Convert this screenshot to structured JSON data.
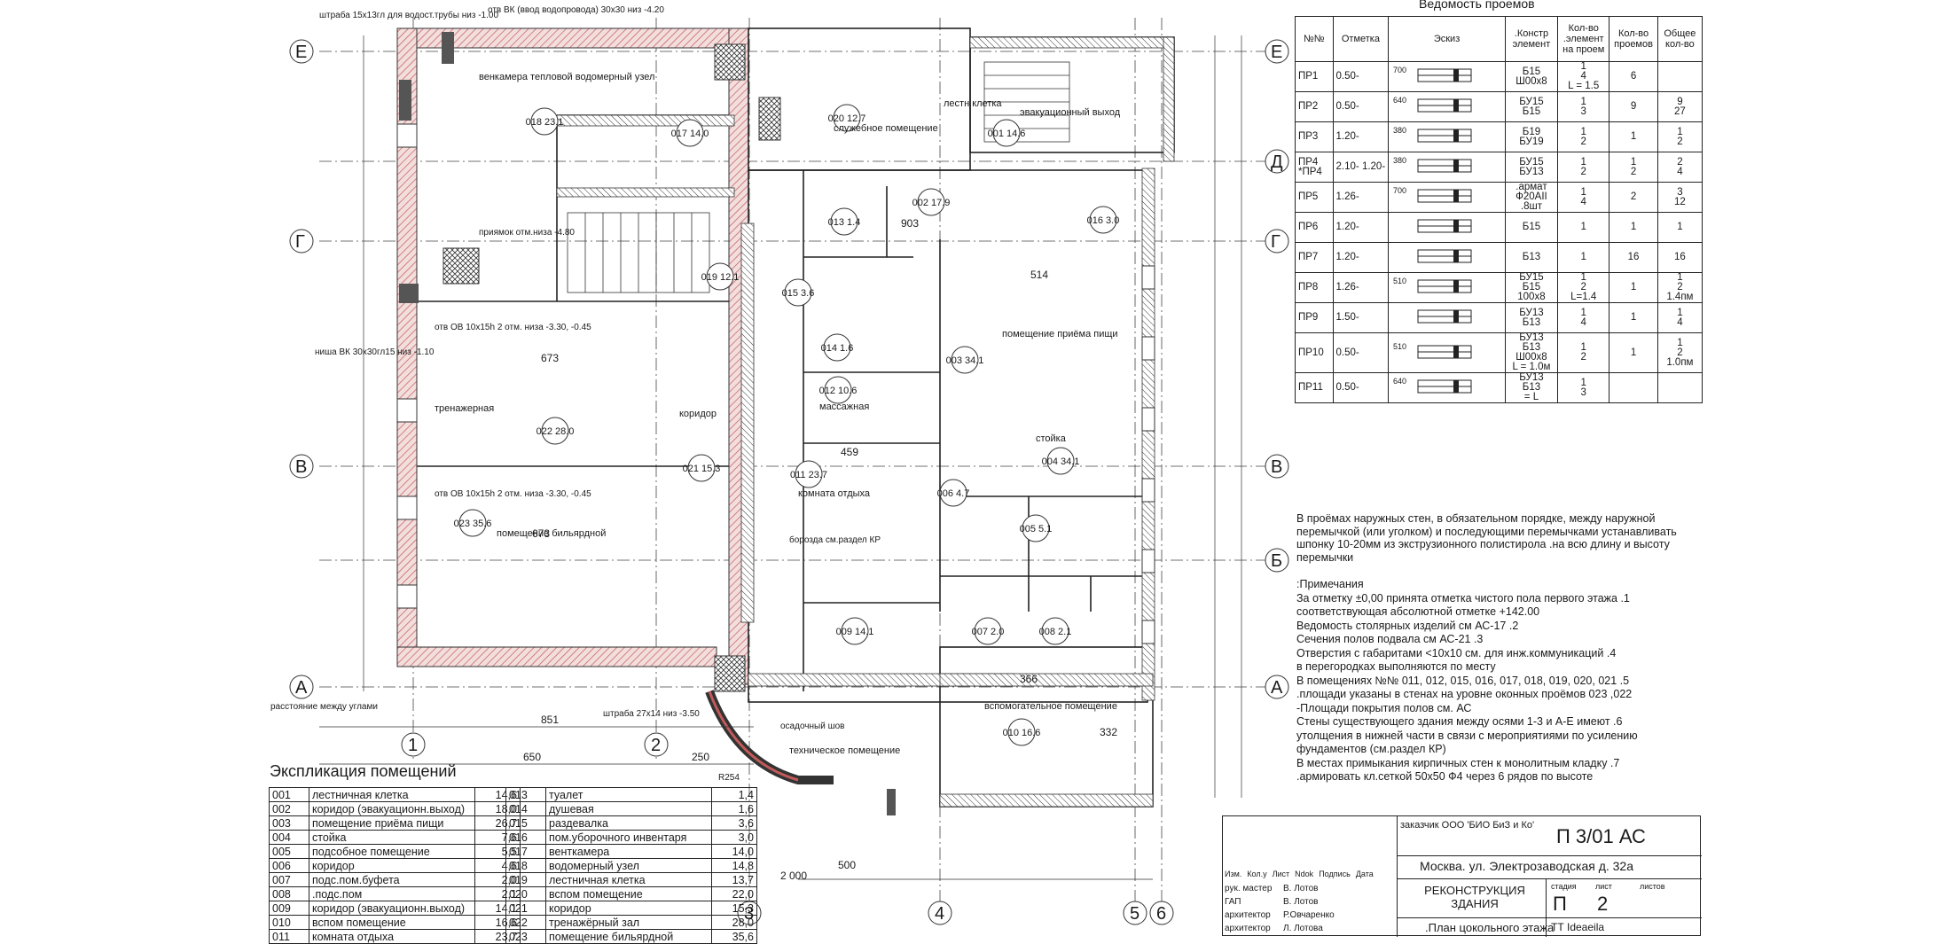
{
  "openings": {
    "title": "Ведомость проемов",
    "headers": [
      "№№",
      "Отметка",
      "Эскиз",
      ".Констр элемент",
      "Кол-во .элемент на проем",
      "Кол-во проемов",
      "Общее кол-во"
    ],
    "rows": [
      {
        "id": "ПР1",
        "mark": "0.50-",
        "sketch": "700",
        "elements": [
          "Б15",
          "Ш00х8"
        ],
        "per": [
          "1",
          "4",
          "L = 1.5"
        ],
        "count": [
          "6"
        ],
        "total": []
      },
      {
        "id": "ПР2",
        "mark": "0.50-",
        "sketch": "640",
        "elements": [
          "БУ15",
          "Б15"
        ],
        "per": [
          "1",
          "3"
        ],
        "count": [
          "9"
        ],
        "total": [
          "9",
          "27"
        ]
      },
      {
        "id": "ПР3",
        "mark": "1.20-",
        "sketch": "380",
        "elements": [
          "Б19",
          "БУ19"
        ],
        "per": [
          "1",
          "2"
        ],
        "count": [
          "1"
        ],
        "total": [
          "1",
          "2"
        ]
      },
      {
        "id": "ПР4 *ПР4",
        "mark": "2.10- 1.20-",
        "sketch": "380",
        "elements": [
          "БУ15",
          "БУ13"
        ],
        "per": [
          "1",
          "2"
        ],
        "count": [
          "1",
          "2"
        ],
        "total": [
          "2",
          "4"
        ]
      },
      {
        "id": "ПР5",
        "mark": "1.26-",
        "sketch": "700",
        "elements": [
          ".армат",
          "Ф20AII",
          ".8шт"
        ],
        "per": [
          "1",
          "4"
        ],
        "count": [
          "2"
        ],
        "total": [
          "3",
          "12"
        ]
      },
      {
        "id": "ПР6",
        "mark": "1.20-",
        "sketch": "",
        "elements": [
          "Б15"
        ],
        "per": [
          "1"
        ],
        "count": [
          "1"
        ],
        "total": [
          "1"
        ]
      },
      {
        "id": "ПР7",
        "mark": "1.20-",
        "sketch": "",
        "elements": [
          "Б13"
        ],
        "per": [
          "1"
        ],
        "count": [
          "16"
        ],
        "total": [
          "16"
        ]
      },
      {
        "id": "ПР8",
        "mark": "1.26-",
        "sketch": "510",
        "elements": [
          "БУ15",
          "Б15",
          "100х8"
        ],
        "per": [
          "1",
          "2",
          "L=1.4"
        ],
        "count": [
          "1"
        ],
        "total": [
          "1",
          "2",
          "1.4пм"
        ]
      },
      {
        "id": "ПР9",
        "mark": "1.50-",
        "sketch": "",
        "elements": [
          "БУ13",
          "Б13"
        ],
        "per": [
          "1",
          "4"
        ],
        "count": [
          "1"
        ],
        "total": [
          "1",
          "4"
        ]
      },
      {
        "id": "ПР10",
        "mark": "0.50-",
        "sketch": "510",
        "elements": [
          "БУ13",
          "Б13",
          "Ш00х8",
          "L = 1.0м"
        ],
        "per": [
          "1",
          "2"
        ],
        "count": [
          "1"
        ],
        "total": [
          "1",
          "2",
          "1.0пм"
        ]
      },
      {
        "id": "ПР11",
        "mark": "0.50-",
        "sketch": "640",
        "elements": [
          "БУ13",
          "Б13",
          "= L"
        ],
        "per": [
          "1",
          "3"
        ],
        "count": [],
        "total": []
      }
    ],
    "note": "В проёмах наружных стен, в обязательном порядке, между наружной перемычкой (или уголком) и последующими перемычками устанавливать шпонку 10-20мм из экструзионного полистирола .на всю длину и высоту перемычки"
  },
  "notes": {
    "title": ":Примечания",
    "items": [
      "За отметку ±0,00 принята отметка чистого пола первого этажа .1",
      "соответствующая абсолютной отметке +142.00",
      "Ведомость столярных изделий см АС-17 .2",
      "Сечения полов подвала см АС-21 .3",
      "Отверстия с габаритами <10х10 см. для инж.коммуникаций .4",
      "в перегородках выполняются по месту",
      "В помещениях №№ 011, 012, 015, 016, 017, 018, 019, 020, 021 .5",
      ".площади указаны в стенах на уровне оконных проёмов 023 ,022",
      "-Площади покрытия полов см. АС",
      "Стены существующего здания между осями 1-3 и А-Е имеют .6",
      "утолщения в нижней части в связи с мероприятиями по усилению",
      "фундаментов (см.раздел КР)",
      "В местах примыкания кирпичных стен к монолитным кладку .7",
      ".армировать кл.сеткой 50х50 Ф4 через 6 рядов по высоте"
    ]
  },
  "rooms": {
    "title": "Экспликация помещений",
    "left": [
      [
        "001",
        "лестничная клетка",
        "14,6"
      ],
      [
        "002",
        "коридор (эвакуационн.выход)",
        "18,0"
      ],
      [
        "003",
        "помещение приёма пищи",
        "26,7"
      ],
      [
        "004",
        "стойка",
        "7,6"
      ],
      [
        "005",
        "подсобное помещение",
        "5,5"
      ],
      [
        "006",
        "коридор",
        "4,6"
      ],
      [
        "007",
        "подс.пом.буфета",
        "2,0"
      ],
      [
        "008",
        ".подс.пом",
        "2,1"
      ],
      [
        "009",
        "коридор (эвакуационн.выход)",
        "14,1"
      ],
      [
        "010",
        "вспом помещение",
        "16,6"
      ],
      [
        "011",
        "комната отдыха",
        "23,7"
      ]
    ],
    "right": [
      [
        "013",
        "туалет",
        "1,4"
      ],
      [
        "014",
        "душевая",
        "1,6"
      ],
      [
        "015",
        "раздевалка",
        "3,6"
      ],
      [
        "016",
        "пом.уборочного инвентаря",
        "3,0"
      ],
      [
        "017",
        "венткамера",
        "14,0"
      ],
      [
        "018",
        "водомерный узел",
        "14,8"
      ],
      [
        "019",
        "лестничная клетка",
        "13,7"
      ],
      [
        "020",
        "вспом помещение",
        "22,0"
      ],
      [
        "021",
        "коридор",
        "15,3"
      ],
      [
        "022",
        "тренажёрный зал",
        "28,0"
      ],
      [
        "023",
        "помещение бильярдной",
        "35,6"
      ]
    ]
  },
  "title_block": {
    "customer": "заказчик ООО 'БИО БиЗ и Ко'",
    "code": "П 3/01 АС",
    "address": "Москва. ул. Электрозаводская д. 32а",
    "project": "РЕКОНСТРУКЦИЯ ЗДАНИЯ",
    "stage_label": "стадия",
    "sheet_label": "лист",
    "sheets_label": "листов",
    "stage": "П",
    "sheet": "2",
    "drawing": ".План цокольного этажа",
    "sign_headers": [
      "Изм.",
      "Кол.у",
      "Лист",
      "Ndok",
      "Подпись",
      "Дата"
    ],
    "people": [
      [
        "рук. мастер",
        "В. Лотов"
      ],
      [
        "ГАП",
        "В. Лотов"
      ],
      [
        "архитектор",
        "Р.Овчаренко"
      ],
      [
        "архитектор",
        "Л. Лотова"
      ]
    ],
    "firm": "ТТ Ideaeila"
  },
  "axes": {
    "rows": [
      "Е",
      "Д",
      "Г",
      "В",
      "Б",
      "А"
    ],
    "cols": [
      "1",
      "2",
      "3",
      "4",
      "5",
      "6"
    ]
  },
  "plan_labels": {
    "r001": "001 14.6",
    "r002": "002 17.9",
    "r003": "003 34.1",
    "r004": "004 34.1",
    "r005": "005 5.1",
    "r006": "006 4.7",
    "r007": "007 2.0",
    "r008": "008 2.1",
    "r009": "009 14.1",
    "r010": "010 16.6",
    "r011": "011 23.7",
    "r012": "012 10.6",
    "r013": "013 1.4",
    "r014": "014 1.6",
    "r015": "015 3.6",
    "r016": "016 3.0",
    "r017": "017 14.0",
    "r018": "018 23.1",
    "r019": "019 12.1",
    "r020": "020 12.7",
    "r021": "021 15.3",
    "r022": "022 28.0",
    "r023": "023 35.6",
    "t_trainer": "тренажерная",
    "t_billiard": "помещение бильярдной",
    "t_corridor": "коридор",
    "t_rest": "комната отдыха",
    "t_massage": "массажная",
    "t_dining": "помещение приёма пищи",
    "t_counter": "стойка",
    "t_aux": "вспомогательное помещение",
    "t_service": "служебное помещение",
    "t_vent": "венкамера тепловой водомерный узел",
    "t_stair": "лестн клетка",
    "t_evac": "эвакуационный выход",
    "t_tech": "техническое помещение",
    "d_851": "851",
    "d_650": "650",
    "d_250": "250",
    "d_673a": "673",
    "d_673b": "673",
    "d_459": "459",
    "d_514": "514",
    "d_903": "903",
    "d_2000": "2 000",
    "d_500": "500",
    "d_366": "366",
    "d_332": "332",
    "n_ovbk": "отв ВК (ввод водопровода) 30х30 низ -4.20",
    "n_shtraba": "штраба 15х13гл для водост.трубы низ -1.00",
    "n_shtraba2": "штраба 27х14 низ -3.50",
    "n_niche": "ниша ВК 30х30гл15 низ -1.10",
    "n_prj": "приямок отм.низа -4.80",
    "n_ov1": "отв ОВ 10х15h 2 отм. низа -3.30, -0.45",
    "n_ov2": "отв ОВ 10х15h 2 отм. низа -3.30, -0.45",
    "n_boroz": "борозда см.раздел КР",
    "n_shv": "осадочный шов",
    "n_rasst": "расстояние между углами",
    "n_r254": "R254"
  }
}
